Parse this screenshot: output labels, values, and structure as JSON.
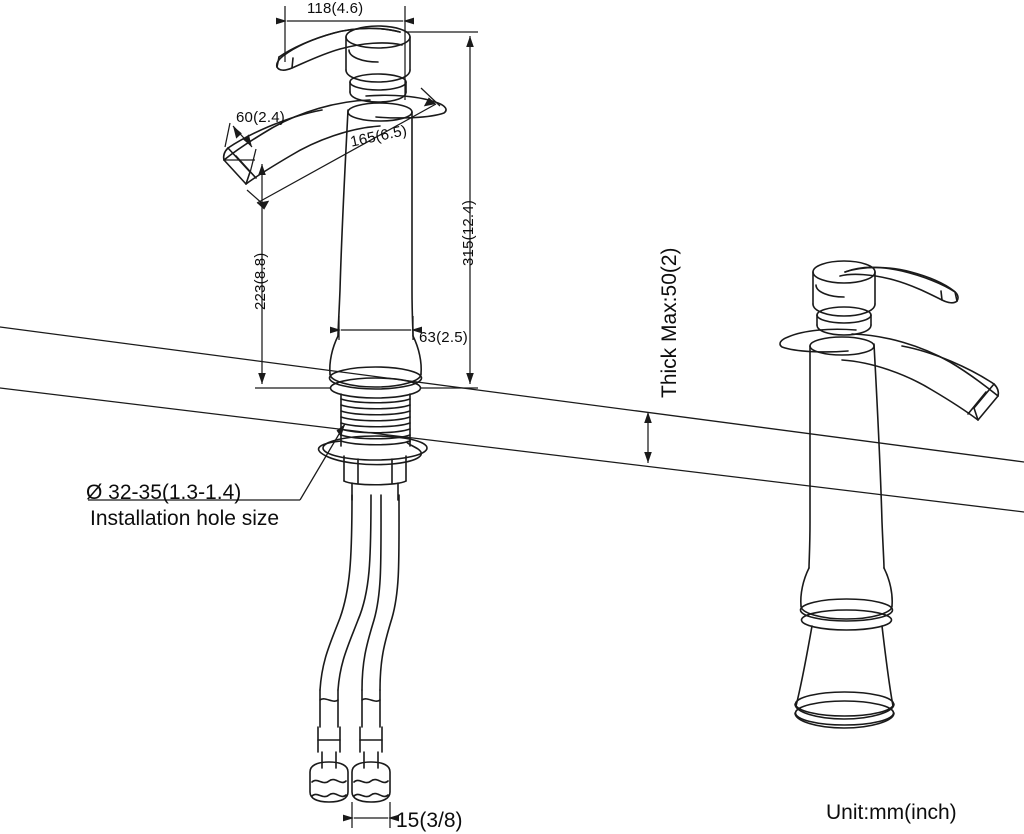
{
  "drawing": {
    "title": "faucet-technical-drawing",
    "unit_note": "Unit:mm(inch)",
    "line_color": "#1a1a1a",
    "background": "#ffffff"
  },
  "dimensions": {
    "handle_width": "118(4.6)",
    "spout_tip_width": "60(2.4)",
    "spout_reach": "165(6.5)",
    "body_height": "223(8.8)",
    "total_height": "315(12.4)",
    "base_diameter": "63(2.5)",
    "hose_connector": "15(3/8)",
    "counter_thickness": "Thick Max:50(2)"
  },
  "annotations": {
    "hole_size": "Ø 32-35(1.3-1.4)",
    "hole_size_caption": "Installation hole size"
  }
}
